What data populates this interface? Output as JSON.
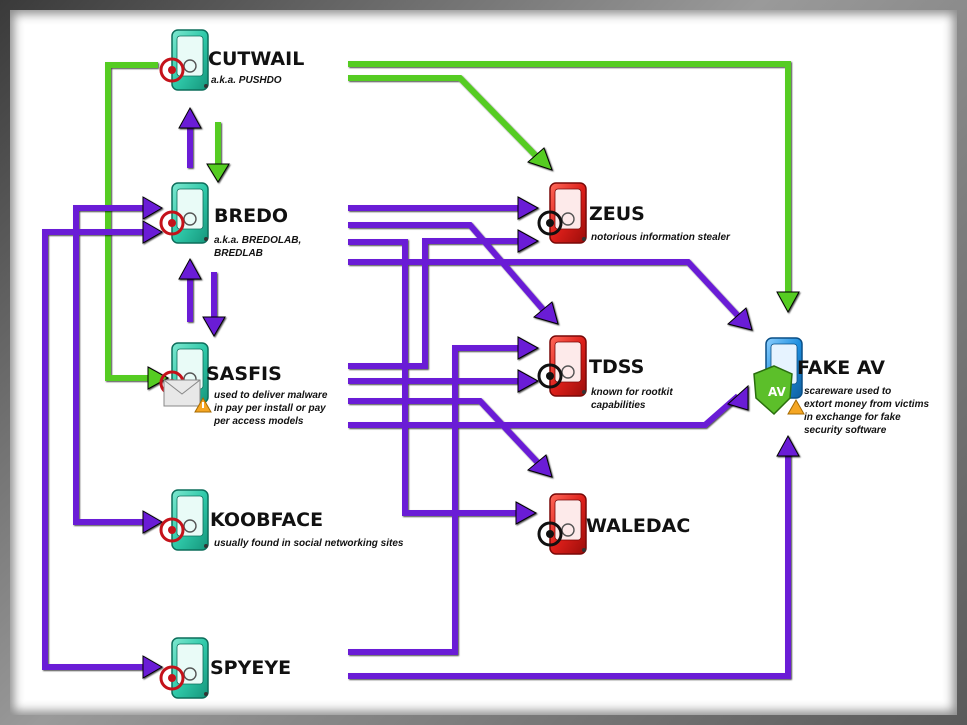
{
  "colors": {
    "green_arrow": "#55cc22",
    "purple_arrow": "#6a1fd6",
    "teal_icon": "#2fc9a9",
    "red_icon": "#dd1f1a",
    "blue_icon": "#1f8fe0"
  },
  "nodes": {
    "cutwail": {
      "name": "CUTWAIL",
      "desc": [
        "a.k.a. PUSHDO"
      ],
      "icon": "biohazard-drive-icon"
    },
    "bredo": {
      "name": "BREDO",
      "desc": [
        "a.k.a. BREDOLAB,",
        "BREDLAB"
      ],
      "icon": "biohazard-drive-icon"
    },
    "sasfis": {
      "name": "SASFIS",
      "desc": [
        "used to deliver malware",
        "in pay per install or pay",
        "per access models"
      ],
      "icon": "biohazard-drive-mail-icon"
    },
    "koobface": {
      "name": "KOOBFACE",
      "desc": [
        "usually found in social networking sites"
      ],
      "icon": "biohazard-drive-icon"
    },
    "spyeye": {
      "name": "SPYEYE",
      "desc": [],
      "icon": "biohazard-drive-icon"
    },
    "zeus": {
      "name": "ZEUS",
      "desc": [
        "notorious information stealer"
      ],
      "icon": "biohazard-drive-icon"
    },
    "tdss": {
      "name": "TDSS",
      "desc": [
        "known for rootkit",
        "capabilities"
      ],
      "icon": "biohazard-drive-icon"
    },
    "waledac": {
      "name": "WALEDAC",
      "desc": [],
      "icon": "biohazard-drive-icon"
    },
    "fakeav": {
      "name": "FAKE AV",
      "desc": [
        "scareware used to",
        "extort money from victims",
        "in exchange for fake",
        "security software"
      ],
      "icon": "fake-av-shield-icon"
    }
  }
}
